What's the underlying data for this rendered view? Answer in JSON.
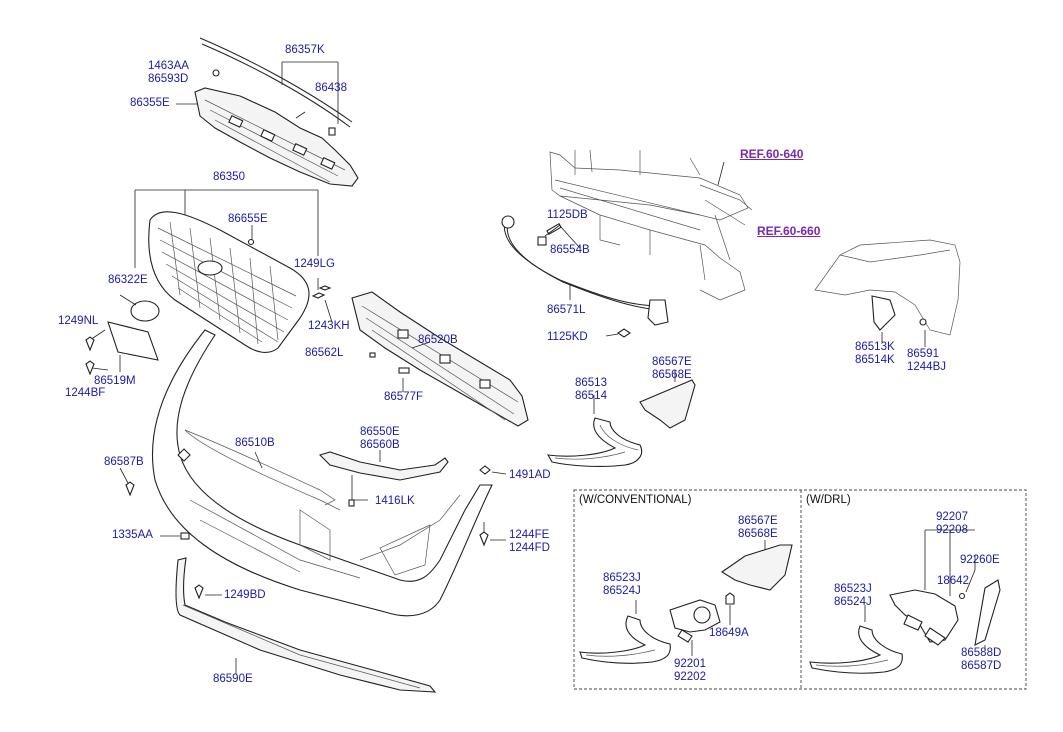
{
  "labels": {
    "p86357K": "86357K",
    "p1463AA": "1463AA\n86593D",
    "p86438": "86438",
    "p86355E": "86355E",
    "p86350": "86350",
    "p86655E": "86655E",
    "p1249LG": "1249LG",
    "p86322E": "86322E",
    "p1243KH": "1243KH",
    "p1249NL": "1249NL",
    "p86519M": "86519M",
    "p1244BF": "1244BF",
    "p86562L": "86562L",
    "p86520B": "86520B",
    "p86577F": "86577F",
    "p1125DB": "1125DB",
    "p86554B": "86554B",
    "p86571L": "86571L",
    "p1125KD": "1125KD",
    "p86513K": "86513K\n86514K",
    "p86591": "86591\n1244BJ",
    "p86567E_top": "86567E\n86568E",
    "p86513": "86513\n86514",
    "p86510B": "86510B",
    "p86550E": "86550E\n86560B",
    "p86587B": "86587B",
    "p1491AD": "1491AD",
    "p1416LK": "1416LK",
    "p1335AA": "1335AA",
    "p1244FE": "1244FE\n1244FD",
    "p1249BD": "1249BD",
    "p86590E": "86590E",
    "p86567E_box": "86567E\n86568E",
    "p86523J_a": "86523J\n86524J",
    "p18649A": "18649A",
    "p92201": "92201\n92202",
    "p92207": "92207\n92208",
    "p92260E": "92260E",
    "p18642": "18642",
    "p86523J_b": "86523J\n86524J",
    "p86588D": "86588D\n86587D"
  },
  "refs": {
    "r60640": "REF.60-640",
    "r60660": "REF.60-660"
  },
  "boxes": {
    "conventional": "(W/CONVENTIONAL)",
    "drl": "(W/DRL)"
  },
  "colors": {
    "label": "#1a1aa6",
    "ref": "#7a2aa8",
    "line": "#222222"
  }
}
